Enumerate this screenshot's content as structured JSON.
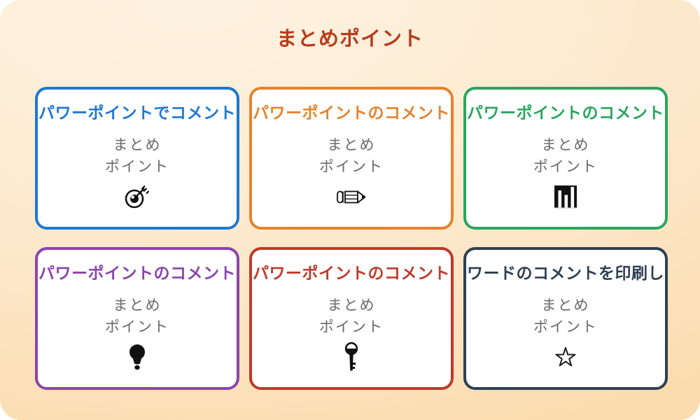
{
  "page": {
    "title": "まとめポイント",
    "title_color": "#b93b1c",
    "background_top": "#fdf2e1",
    "background_bottom": "#fbdcae"
  },
  "cards": [
    {
      "title": "パワーポイントでコメント",
      "color": "#1e78d2",
      "body_line1": "まとめ",
      "body_line2": "ポイント",
      "icon": "target-icon"
    },
    {
      "title": "パワーポイントのコメント",
      "color": "#e5832d",
      "body_line1": "まとめ",
      "body_line2": "ポイント",
      "icon": "pencil-icon"
    },
    {
      "title": "パワーポイントのコメント",
      "color": "#2aa55f",
      "body_line1": "まとめ",
      "body_line2": "ポイント",
      "icon": "bar-chart-icon"
    },
    {
      "title": "パワーポイントのコメント",
      "color": "#8c44ad",
      "body_line1": "まとめ",
      "body_line2": "ポイント",
      "icon": "lightbulb-icon"
    },
    {
      "title": "パワーポイントのコメント",
      "color": "#bf3a2b",
      "body_line1": "まとめ",
      "body_line2": "ポイント",
      "icon": "key-icon"
    },
    {
      "title": "ワードのコメントを印刷し",
      "color": "#2e4053",
      "body_line1": "まとめ",
      "body_line2": "ポイント",
      "icon": "star-icon"
    }
  ]
}
